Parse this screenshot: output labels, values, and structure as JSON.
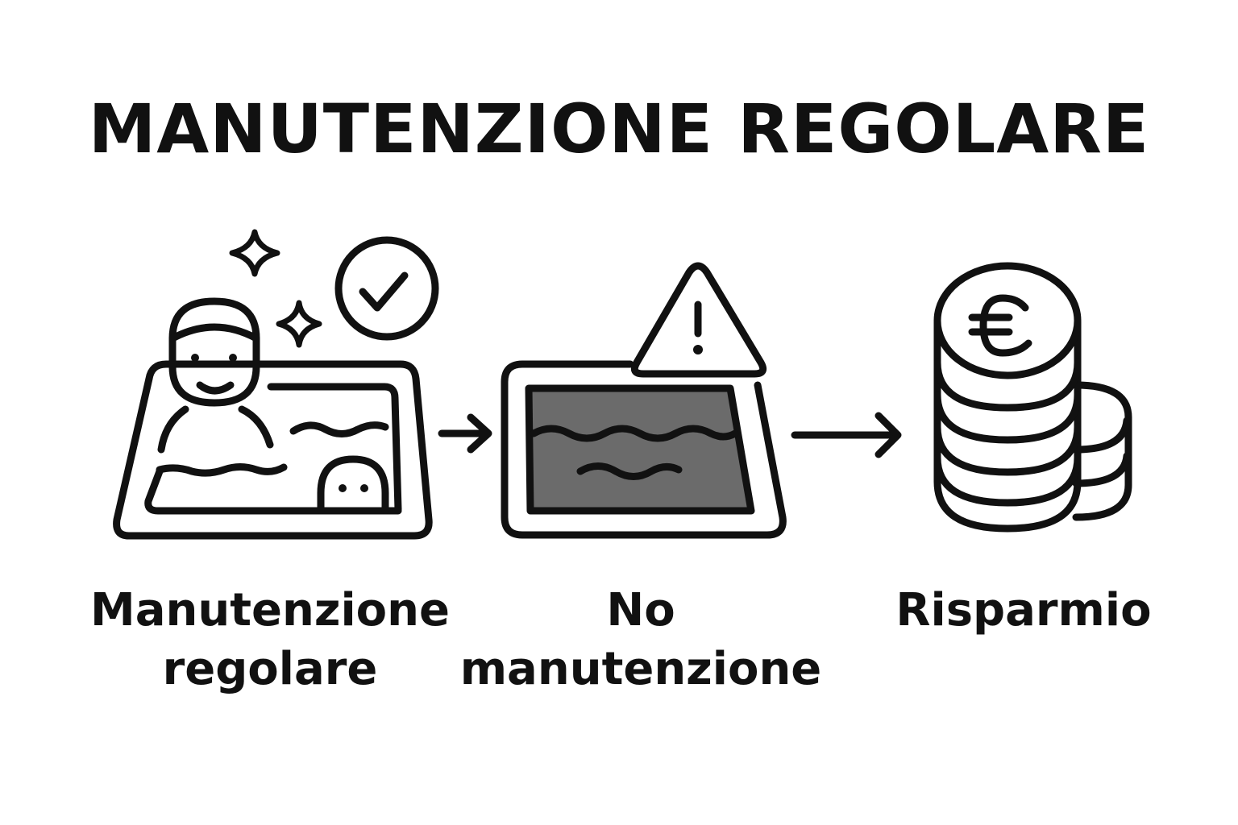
{
  "title": "MANUTENZIONE REGOLARE",
  "steps": [
    {
      "label_line1": "Manutenzione",
      "label_line2": "regolare",
      "icon": "clean-hot-tub-icon"
    },
    {
      "label_line1": "No",
      "label_line2": "manutenzione",
      "icon": "dirty-hot-tub-icon"
    },
    {
      "label_line1": "Risparmio",
      "label_line2": "",
      "icon": "euro-coin-stack-icon"
    }
  ],
  "arrows": [
    "arrow-right-icon",
    "arrow-right-icon"
  ],
  "colors": {
    "stroke": "#111111",
    "background": "#ffffff",
    "dirty_water": "#6b6b6b"
  }
}
